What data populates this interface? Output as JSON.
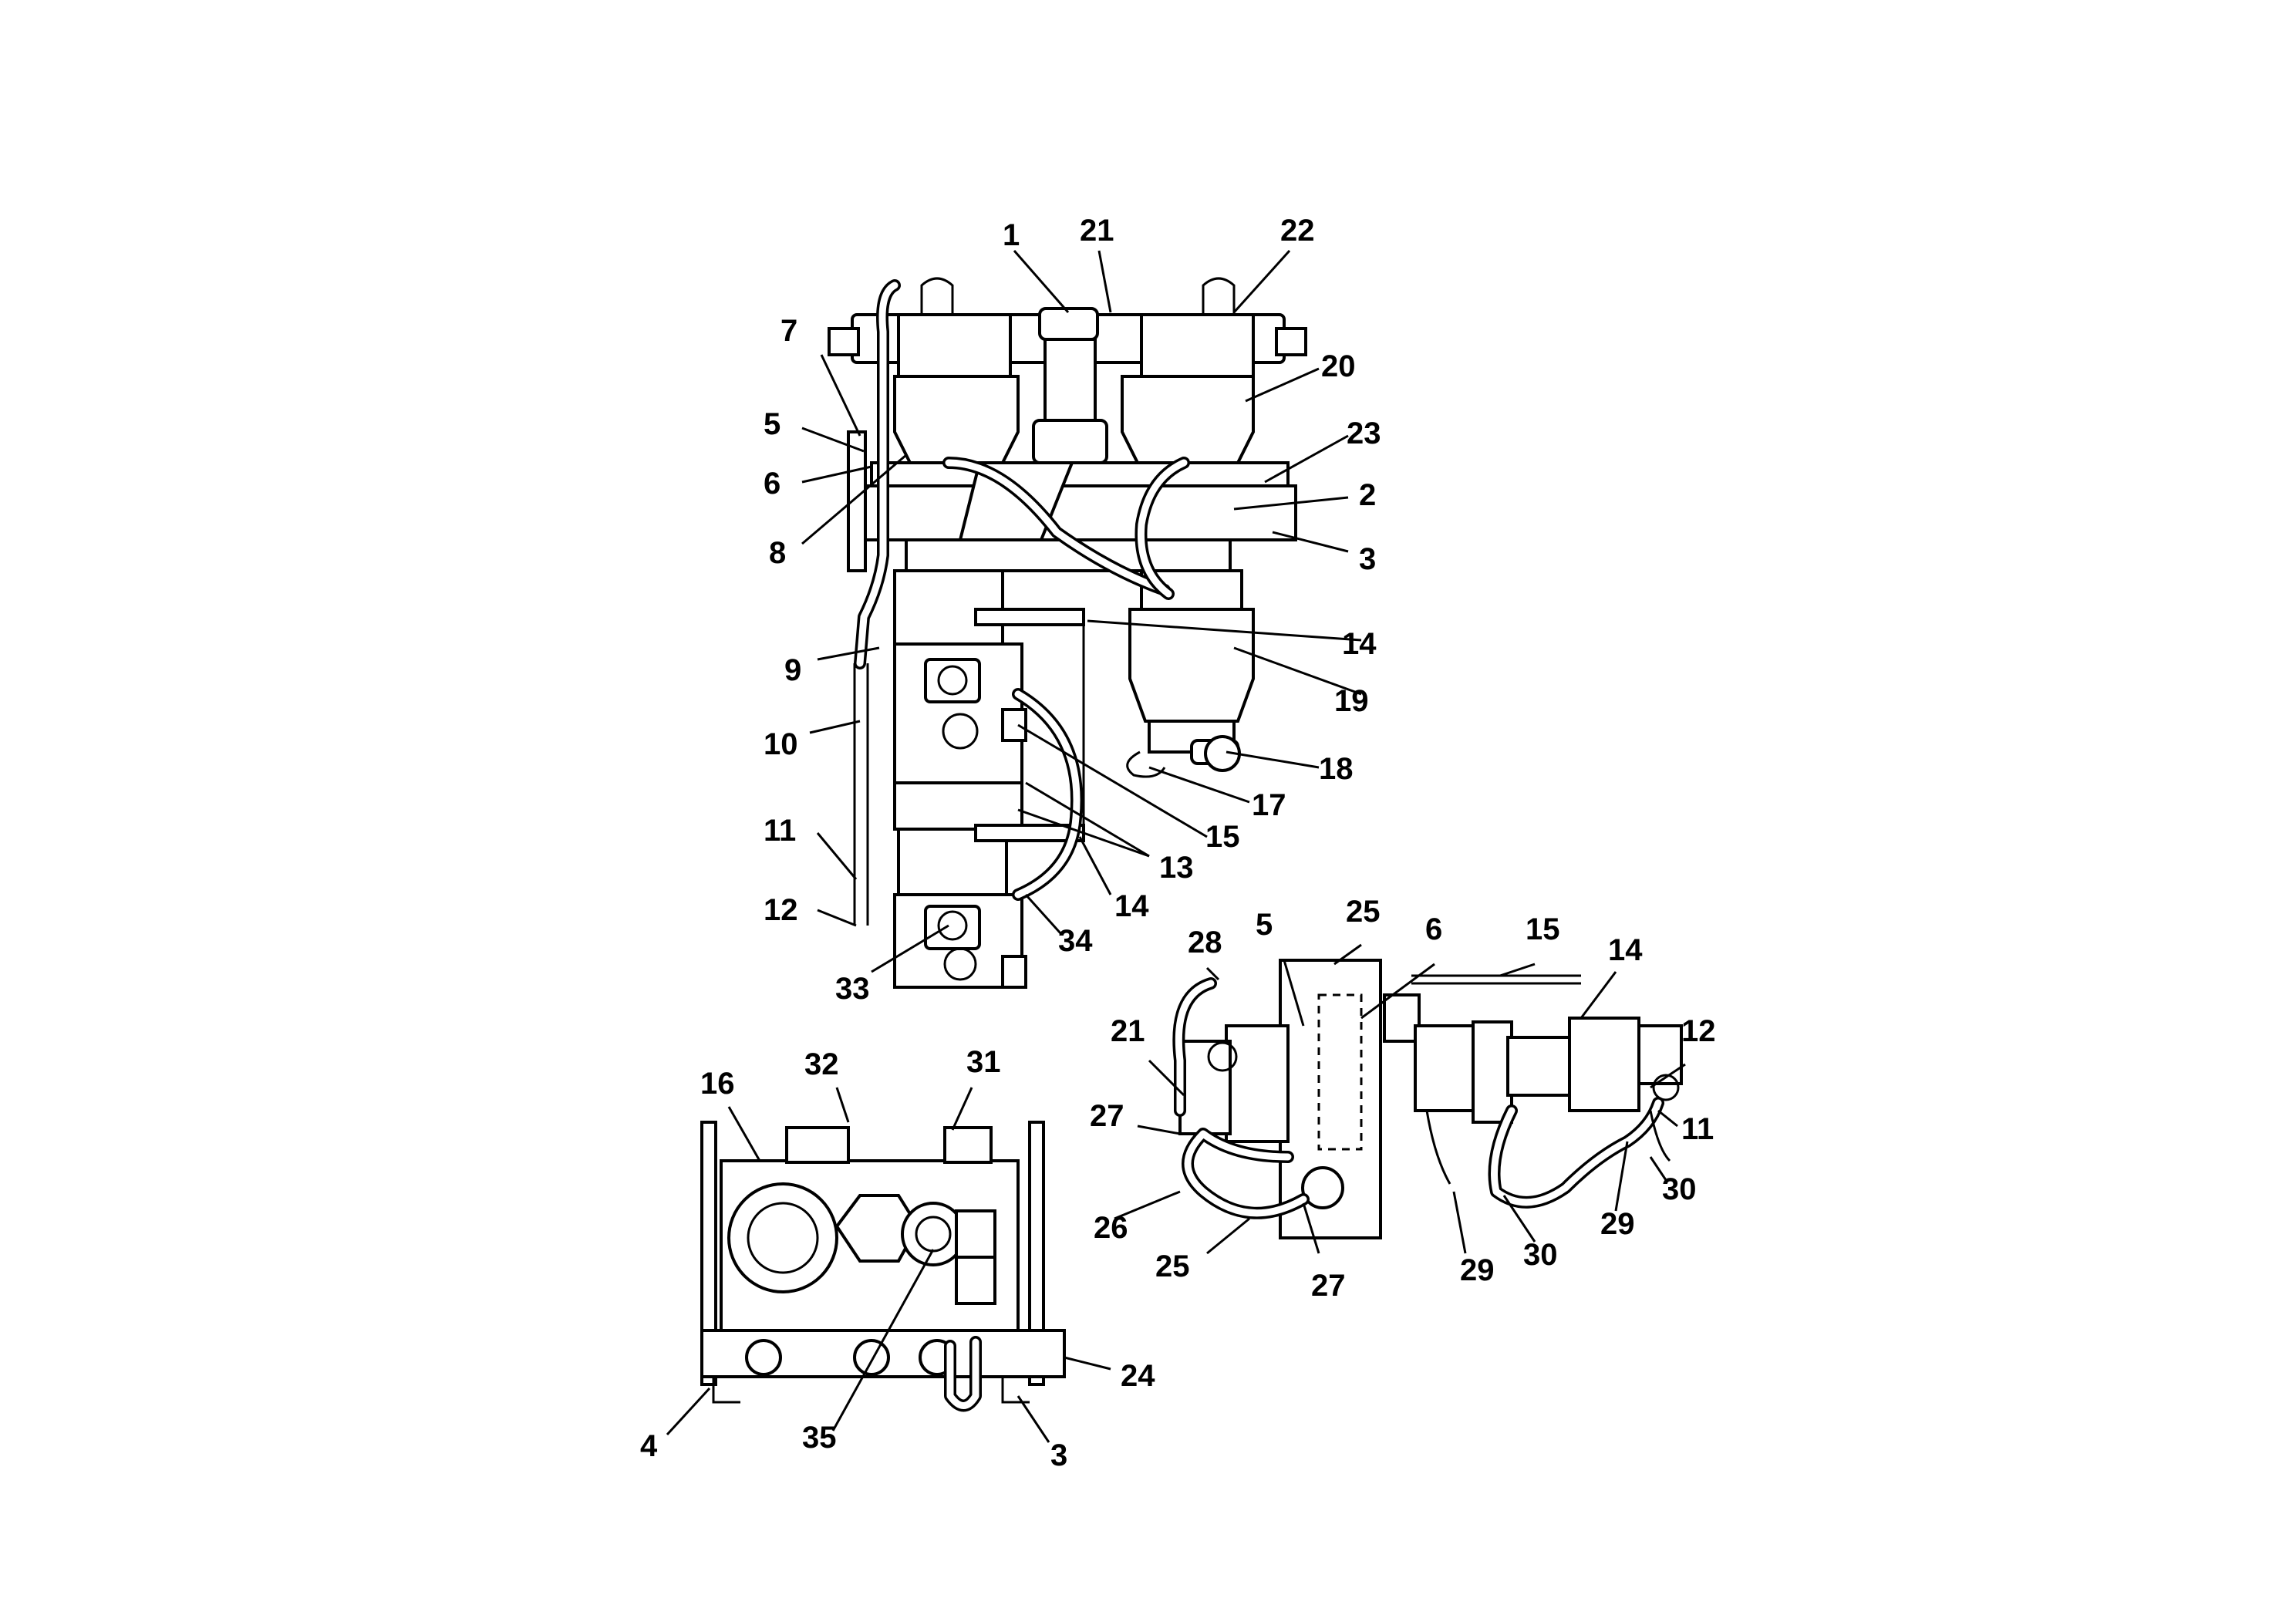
{
  "callouts": {
    "top": [
      "1",
      "21",
      "22",
      "7",
      "20",
      "5",
      "23",
      "6",
      "2",
      "8",
      "3",
      "14",
      "9",
      "19",
      "10",
      "18",
      "17",
      "15",
      "11",
      "13",
      "14",
      "12",
      "34",
      "33"
    ],
    "bottom_left": [
      "32",
      "31",
      "16",
      "24",
      "4",
      "35",
      "3"
    ],
    "bottom_right": [
      "25",
      "28",
      "5",
      "6",
      "15",
      "14",
      "21",
      "12",
      "27",
      "11",
      "30",
      "26",
      "29",
      "25",
      "27",
      "29",
      "30"
    ]
  },
  "icons": [
    "pump-assembly-front-view",
    "pump-assembly-rear-view",
    "pump-assembly-side-view"
  ]
}
